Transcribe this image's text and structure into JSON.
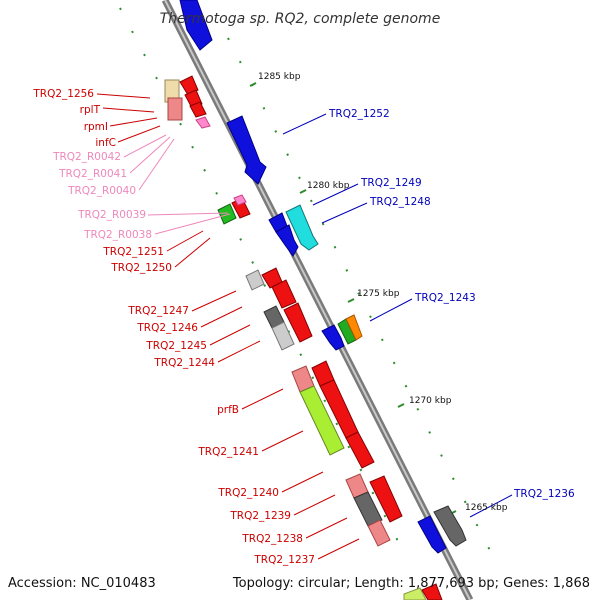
{
  "title": "Thermotoga sp. RQ2, complete genome",
  "accession": "Accession: NC_010483",
  "topology": "Topology: circular; Length: 1,877,693 bp; Genes: 1,868",
  "colors": {
    "backbone": "#8c8c8c",
    "tick": "#1f8a1f",
    "plus_label": "#0000bb",
    "minus_label": "#cc0000",
    "rna_label": "#ee88bb"
  },
  "scale_labels": [
    "1285 kbp",
    "1280 kbp",
    "1275 kbp",
    "1270 kbp",
    "1265 kbp"
  ],
  "genes_plus": [
    "TRQ2_1252",
    "TRQ2_1249",
    "TRQ2_1248",
    "TRQ2_1243",
    "TRQ2_1236"
  ],
  "genes_minus": [
    "TRQ2_1256",
    "rplT",
    "rpmI",
    "infC",
    "TRQ2_1251",
    "TRQ2_1250",
    "TRQ2_1247",
    "TRQ2_1246",
    "TRQ2_1245",
    "TRQ2_1244",
    "prfB",
    "TRQ2_1241",
    "TRQ2_1240",
    "TRQ2_1239",
    "TRQ2_1238",
    "TRQ2_1237"
  ],
  "rna_genes": [
    "TRQ2_R0042",
    "TRQ2_R0041",
    "TRQ2_R0040",
    "TRQ2_R0039",
    "TRQ2_R0038"
  ]
}
